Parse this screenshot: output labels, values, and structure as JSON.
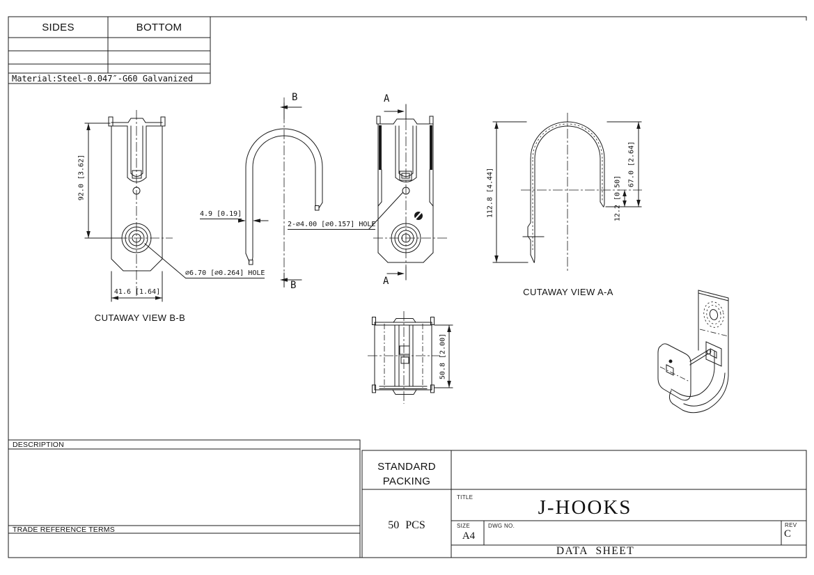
{
  "spec_table": {
    "col1_header": "SIDES",
    "col2_header": "BOTTOM",
    "material_note": "Material:Steel-0.047″-G60 Galvanized"
  },
  "views": {
    "cutaway_bb": {
      "caption": "CUTAWAY VIEW B-B",
      "dim_height": "92.0 [3.62]",
      "dim_width": "41.6 [1.64]",
      "hole_label": "⌀6.70 [⌀0.264] HOLE"
    },
    "profile": {
      "section_letter": "B",
      "dim_thickness": "4.9 [0.19]"
    },
    "front": {
      "section_letter": "A",
      "hole_label": "2-⌀4.00 [⌀0.157] HOLE"
    },
    "cutaway_aa": {
      "caption": "CUTAWAY VIEW A-A",
      "dim_total_height": "112.8 [4.44]",
      "dim_inner_height": "67.0 [2.64]",
      "dim_foot": "12.2 [0.50]"
    },
    "top_view": {
      "dim_depth": "50.8 [2.00]"
    }
  },
  "title_block": {
    "description_label": "DESCRIPTION",
    "trade_terms_label": "TRADE REFERENCE TERMS",
    "standard_packing_label": "STANDARD PACKING",
    "packing_qty": "50 PCS",
    "title_label": "TITLE",
    "title": "J-HOOKS",
    "size_label": "SIZE",
    "size": "A4",
    "dwg_no_label": "DWG NO.",
    "rev_label": "REV",
    "rev": "C",
    "doc_type": "DATA SHEET"
  }
}
